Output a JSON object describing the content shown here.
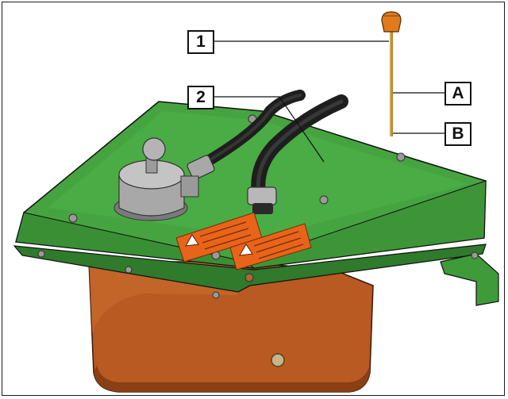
{
  "callouts": {
    "c1": "1",
    "c2": "2",
    "cA": "A",
    "cB": "B"
  },
  "colors": {
    "housing_green": "#3f9a3a",
    "housing_green_dark": "#2f7a2b",
    "tank_orange": "#b85a22",
    "tank_orange_dark": "#8a3f15",
    "label_orange": "#e8641a",
    "dipstick_cap": "#e07a20",
    "gray_cap": "#a8a8a8",
    "hose_black": "#2a2a2a"
  }
}
